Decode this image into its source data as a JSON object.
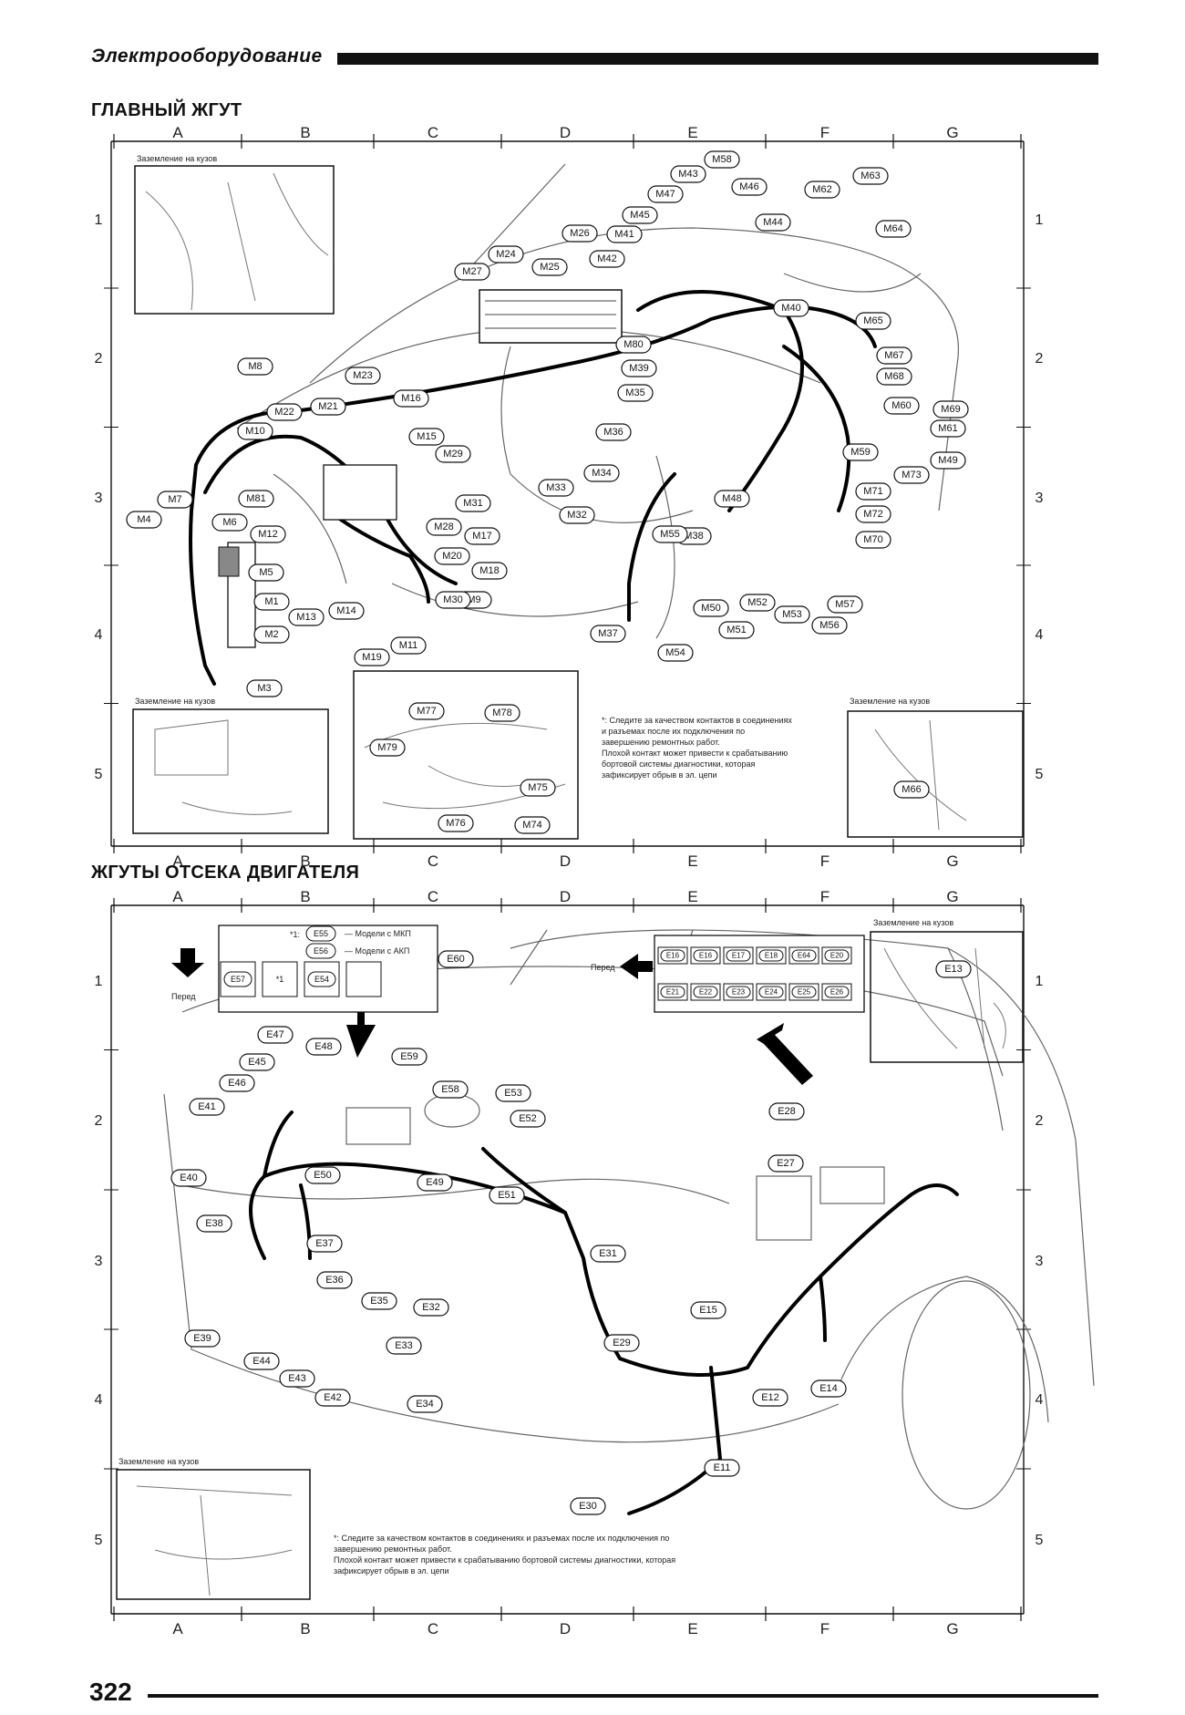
{
  "header": {
    "title": "Электрооборудование"
  },
  "page_number": "322",
  "columns": [
    "A",
    "B",
    "C",
    "D",
    "E",
    "F",
    "G"
  ],
  "rows": [
    "1",
    "2",
    "3",
    "4",
    "5"
  ],
  "top_section": {
    "title": "ГЛАВНЫЙ ЖГУТ",
    "inset_captions": [
      "Заземление на кузов",
      "Заземление на кузов",
      "Заземление на кузов"
    ],
    "note": [
      "*: Следите за качеством контактов в соединениях",
      "и разъемах после их подключения по",
      "завершению ремонтных работ.",
      "Плохой контакт может привести к срабатыванию",
      "бортовой системы диагностики, которая",
      "зафиксирует обрыв в эл. цепи"
    ],
    "connectors": [
      "M1",
      "M2",
      "M3",
      "M4",
      "M5",
      "M6",
      "M7",
      "M8",
      "M9",
      "M10",
      "M11",
      "M12",
      "M13",
      "M14",
      "M15",
      "M16",
      "M17",
      "M18",
      "M19",
      "M20",
      "M21",
      "M22",
      "M23",
      "M24",
      "M25",
      "M26",
      "M27",
      "M28",
      "M29",
      "M30",
      "M31",
      "M32",
      "M33",
      "M34",
      "M35",
      "M36",
      "M37",
      "M38",
      "M39",
      "M40",
      "M41",
      "M42",
      "M43",
      "M44",
      "M45",
      "M46",
      "M47",
      "M48",
      "M49",
      "M50",
      "M51",
      "M52",
      "M53",
      "M54",
      "M55",
      "M56",
      "M57",
      "M58",
      "M59",
      "M60",
      "M61",
      "M62",
      "M63",
      "M64",
      "M65",
      "M66",
      "M67",
      "M68",
      "M69",
      "M70",
      "M71",
      "M72",
      "M73",
      "M74",
      "M75",
      "M76",
      "M77",
      "M78",
      "M79",
      "M80",
      "M81"
    ]
  },
  "bottom_section": {
    "title": "ЖГУТЫ ОТСЕКА ДВИГАТЕЛЯ",
    "front_label": "Перед",
    "legend": {
      "mark": "*1",
      "items": [
        {
          "code": "E55",
          "text": "Модели с МКП"
        },
        {
          "code": "E56",
          "text": "Модели с АКП"
        }
      ]
    },
    "relay_box_left": [
      "E57",
      "*1",
      "E54"
    ],
    "relay_box_right": [
      "E16",
      "E16",
      "E17",
      "E18",
      "E64",
      "E20",
      "E21",
      "E22",
      "E23",
      "E24",
      "E25",
      "E26"
    ],
    "inset_captions": [
      "Заземление на кузов",
      "Заземление на кузов"
    ],
    "note": [
      "*: Следите за качеством контактов в соединениях и разъемах после их подключения по",
      "завершению ремонтных работ.",
      "Плохой контакт может привести к срабатыванию бортовой системы диагностики, которая",
      "зафиксирует обрыв в эл. цепи"
    ],
    "connectors": [
      "E11",
      "E12",
      "E13",
      "E14",
      "E15",
      "E27",
      "E28",
      "E29",
      "E30",
      "E31",
      "E32",
      "E33",
      "E34",
      "E35",
      "E36",
      "E37",
      "E38",
      "E39",
      "E40",
      "E41",
      "E42",
      "E43",
      "E44",
      "E45",
      "E46",
      "E47",
      "E48",
      "E49",
      "E50",
      "E51",
      "E52",
      "E53",
      "E58",
      "E59",
      "E60"
    ]
  }
}
